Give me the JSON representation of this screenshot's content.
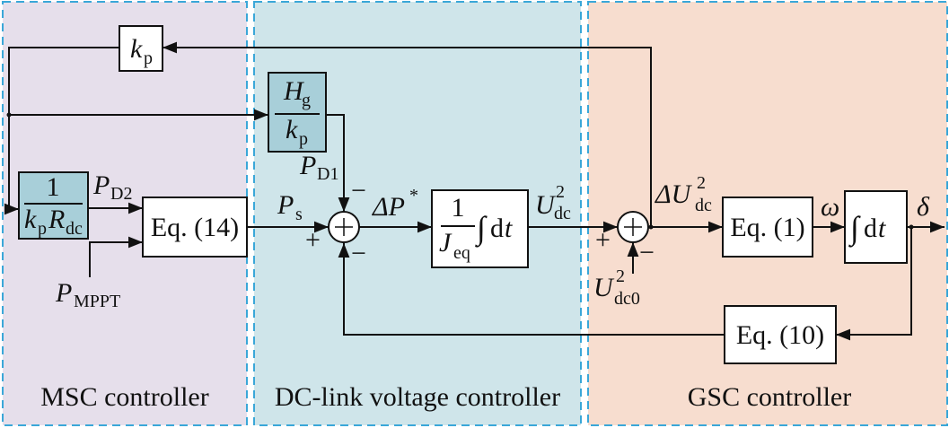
{
  "regions": {
    "msc": {
      "label": "MSC controller",
      "color": "#e6dfeb"
    },
    "dc": {
      "label": "DC-link voltage controller",
      "color": "#cfe5ea"
    },
    "gsc": {
      "label": "GSC controller",
      "color": "#f7ddcf"
    }
  },
  "border_color": "#3aa7d8",
  "teal_block_color": "#a8cfd9",
  "blocks": {
    "kp": {
      "main": "k",
      "sub": "p"
    },
    "hg": {
      "num_main": "H",
      "num_sub": "g",
      "den_main": "k",
      "den_sub": "p"
    },
    "gain": {
      "num": "1",
      "den_k": "k",
      "den_ksub": "p",
      "den_r": "R",
      "den_rsub": "dc"
    },
    "eq14": {
      "label": "Eq. (14)"
    },
    "inertia": {
      "num": "1",
      "den_main": "J",
      "den_sub": "eq",
      "integral": "∫",
      "dt_d": "d",
      "dt_t": "t"
    },
    "eq1": {
      "label": "Eq. (1)"
    },
    "integ": {
      "integral": "∫",
      "dt_d": "d",
      "dt_t": "t"
    },
    "eq10": {
      "label": "Eq. (10)"
    }
  },
  "signals": {
    "pd2": {
      "main": "P",
      "sub": "D2"
    },
    "pd1": {
      "main": "P",
      "sub": "D1"
    },
    "ps": {
      "main": "P",
      "sub": "s"
    },
    "pmppt": {
      "main": "P",
      "sub": "MPPT"
    },
    "dpstar": {
      "main": "ΔP",
      "sup": "*"
    },
    "udc2": {
      "main": "U",
      "sub": "dc",
      "sup": "2"
    },
    "dudc2": {
      "main": "ΔU",
      "sub": "dc",
      "sup": "2"
    },
    "udc02": {
      "main": "U",
      "sub": "dc0",
      "sup": "2"
    },
    "omega": {
      "main": "ω"
    },
    "delta": {
      "main": "δ"
    }
  },
  "signs": {
    "plus": "+",
    "minus": "−"
  }
}
